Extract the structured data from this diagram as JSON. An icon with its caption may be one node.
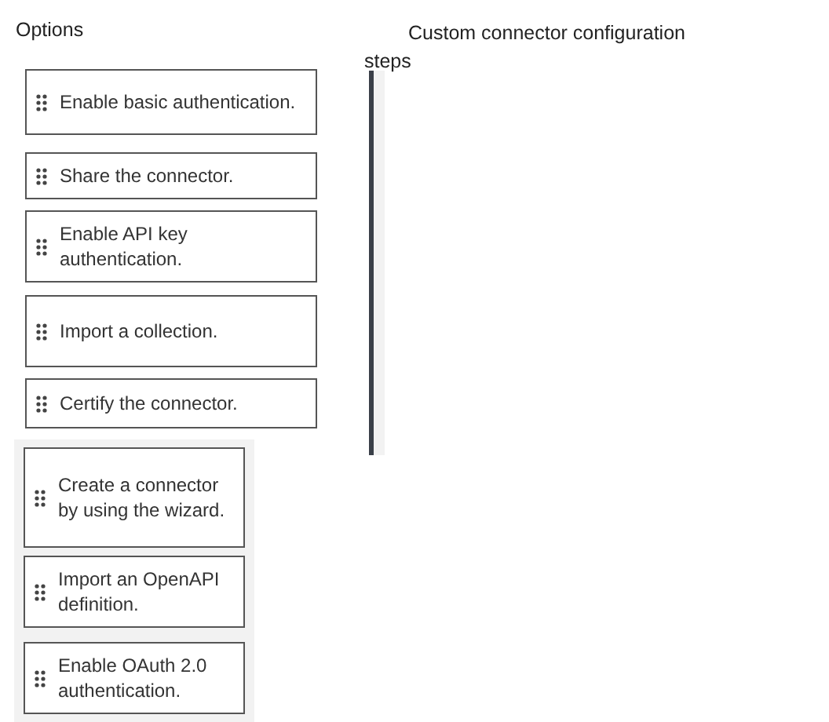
{
  "diagram": {
    "nodes": [
      {
        "text": [
          "Enable basic authentication."
        ]
      },
      {
        "text": [
          "Share the connector."
        ]
      },
      {
        "text": [
          "Enable API key authentication."
        ]
      },
      {
        "text": [
          "Import a collection."
        ]
      },
      {
        "text": [
          "Certify the connector."
        ]
      },
      {
        "text": [
          "Create a connector by using the wizard."
        ]
      },
      {
        "text": [
          "Import an OpenAPI definition."
        ]
      },
      {
        "text": [
          "Enable OAuth 2.0 authentication."
        ]
      }
    ],
    "labels": [
      "Options",
      "Custom connector configuration steps"
    ]
  }
}
